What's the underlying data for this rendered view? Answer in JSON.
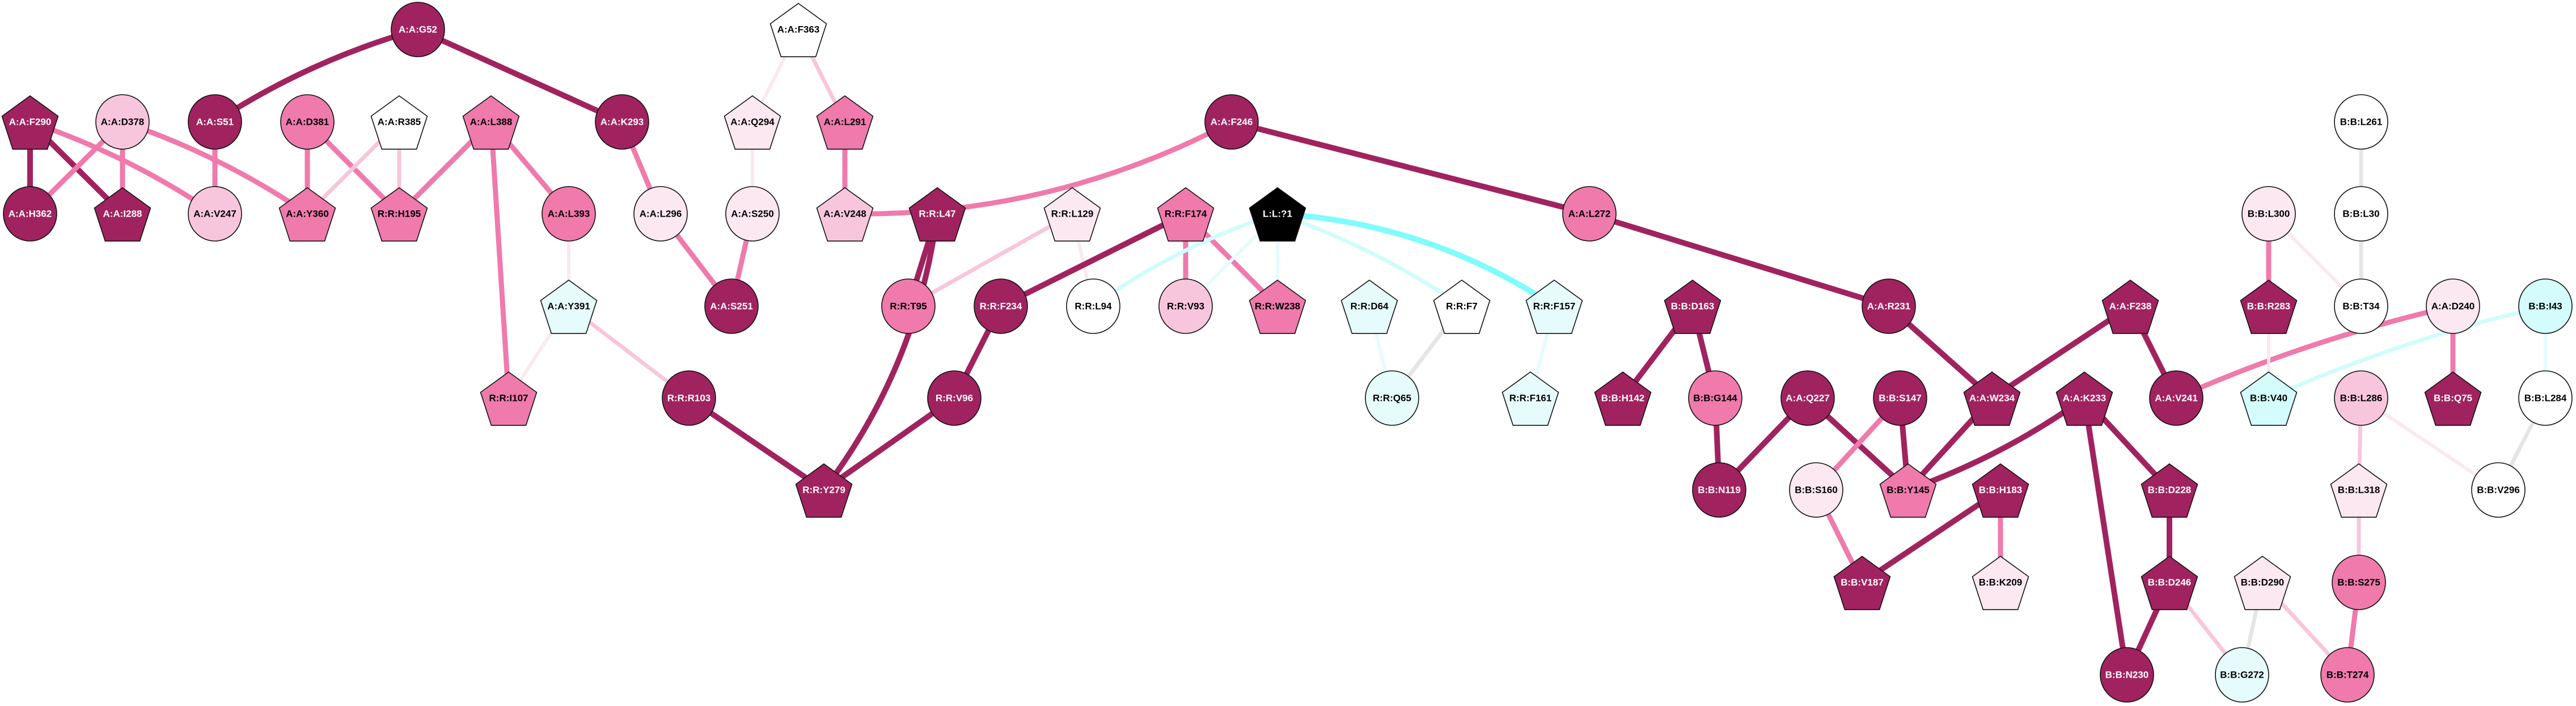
{
  "palette": {
    "dark": "#a0235f",
    "pink": "#ef7aab",
    "lightpink": "#f8c6dc",
    "verylight": "#fbe8f1",
    "white": "#ffffff",
    "cyanlight": "#e6fcfc",
    "cyan": "#d4fcfc",
    "black": "#000000"
  },
  "edge_palette": {
    "dark": "#a0235f",
    "pink": "#ef7aab",
    "lightpink": "#f8c6dc",
    "verylight": "#fbe8f1",
    "grey": "#e5e5e5",
    "cyan": "#80fcfc",
    "cyanlight": "#d0fcfc",
    "cyanvlight": "#e6fcfc"
  },
  "nodes": [
    {
      "id": "A:A:G52",
      "shape": "circle",
      "fill": "dark"
    },
    {
      "id": "A:A:F363",
      "shape": "pentagon",
      "fill": "white"
    },
    {
      "id": "A:A:F290",
      "shape": "pentagon",
      "fill": "dark"
    },
    {
      "id": "A:A:D378",
      "shape": "circle",
      "fill": "lightpink"
    },
    {
      "id": "A:A:S51",
      "shape": "circle",
      "fill": "dark"
    },
    {
      "id": "A:A:D381",
      "shape": "circle",
      "fill": "pink"
    },
    {
      "id": "A:A:R385",
      "shape": "pentagon",
      "fill": "white"
    },
    {
      "id": "A:A:L388",
      "shape": "pentagon",
      "fill": "pink"
    },
    {
      "id": "A:A:K293",
      "shape": "circle",
      "fill": "dark"
    },
    {
      "id": "A:A:Q294",
      "shape": "pentagon",
      "fill": "verylight"
    },
    {
      "id": "A:A:L291",
      "shape": "pentagon",
      "fill": "pink"
    },
    {
      "id": "A:A:F246",
      "shape": "circle",
      "fill": "dark"
    },
    {
      "id": "A:A:H362",
      "shape": "circle",
      "fill": "dark"
    },
    {
      "id": "A:A:I288",
      "shape": "pentagon",
      "fill": "dark"
    },
    {
      "id": "A:A:V247",
      "shape": "circle",
      "fill": "lightpink"
    },
    {
      "id": "A:A:Y360",
      "shape": "pentagon",
      "fill": "pink"
    },
    {
      "id": "R:R:H195",
      "shape": "pentagon",
      "fill": "pink"
    },
    {
      "id": "A:A:L393",
      "shape": "circle",
      "fill": "pink"
    },
    {
      "id": "A:A:L296",
      "shape": "circle",
      "fill": "verylight"
    },
    {
      "id": "A:A:S250",
      "shape": "circle",
      "fill": "verylight"
    },
    {
      "id": "A:A:V248",
      "shape": "pentagon",
      "fill": "lightpink"
    },
    {
      "id": "R:R:L47",
      "shape": "pentagon",
      "fill": "dark"
    },
    {
      "id": "R:R:L129",
      "shape": "pentagon",
      "fill": "verylight"
    },
    {
      "id": "R:R:F174",
      "shape": "pentagon",
      "fill": "pink"
    },
    {
      "id": "L:L:?1",
      "shape": "pentagon",
      "fill": "black"
    },
    {
      "id": "A:A:L272",
      "shape": "circle",
      "fill": "pink"
    },
    {
      "id": "A:A:Y391",
      "shape": "pentagon",
      "fill": "cyanlight"
    },
    {
      "id": "A:A:S251",
      "shape": "circle",
      "fill": "dark"
    },
    {
      "id": "R:R:T95",
      "shape": "circle",
      "fill": "pink"
    },
    {
      "id": "R:R:F234",
      "shape": "circle",
      "fill": "dark"
    },
    {
      "id": "R:R:L94",
      "shape": "circle",
      "fill": "white"
    },
    {
      "id": "R:R:V93",
      "shape": "circle",
      "fill": "lightpink"
    },
    {
      "id": "R:R:W238",
      "shape": "pentagon",
      "fill": "pink"
    },
    {
      "id": "R:R:D64",
      "shape": "pentagon",
      "fill": "cyanlight"
    },
    {
      "id": "R:R:F7",
      "shape": "pentagon",
      "fill": "white"
    },
    {
      "id": "R:R:F157",
      "shape": "pentagon",
      "fill": "cyanlight"
    },
    {
      "id": "B:B:D163",
      "shape": "pentagon",
      "fill": "dark"
    },
    {
      "id": "A:A:R231",
      "shape": "circle",
      "fill": "dark"
    },
    {
      "id": "A:A:F238",
      "shape": "pentagon",
      "fill": "dark"
    },
    {
      "id": "B:B:L261",
      "shape": "circle",
      "fill": "white"
    },
    {
      "id": "B:B:L300",
      "shape": "circle",
      "fill": "verylight"
    },
    {
      "id": "B:B:L30",
      "shape": "circle",
      "fill": "white"
    },
    {
      "id": "B:B:R283",
      "shape": "pentagon",
      "fill": "dark"
    },
    {
      "id": "B:B:T34",
      "shape": "circle",
      "fill": "white"
    },
    {
      "id": "A:A:D240",
      "shape": "circle",
      "fill": "verylight"
    },
    {
      "id": "B:B:I43",
      "shape": "circle",
      "fill": "cyan"
    },
    {
      "id": "R:R:I107",
      "shape": "pentagon",
      "fill": "pink"
    },
    {
      "id": "R:R:R103",
      "shape": "circle",
      "fill": "dark"
    },
    {
      "id": "R:R:V96",
      "shape": "circle",
      "fill": "dark"
    },
    {
      "id": "R:R:Q65",
      "shape": "circle",
      "fill": "cyanlight"
    },
    {
      "id": "R:R:F161",
      "shape": "pentagon",
      "fill": "cyanlight"
    },
    {
      "id": "B:B:H142",
      "shape": "pentagon",
      "fill": "dark"
    },
    {
      "id": "B:B:G144",
      "shape": "circle",
      "fill": "pink"
    },
    {
      "id": "A:A:Q227",
      "shape": "circle",
      "fill": "dark"
    },
    {
      "id": "B:B:S147",
      "shape": "circle",
      "fill": "dark"
    },
    {
      "id": "A:A:W234",
      "shape": "pentagon",
      "fill": "dark"
    },
    {
      "id": "A:A:K233",
      "shape": "pentagon",
      "fill": "dark"
    },
    {
      "id": "A:A:V241",
      "shape": "circle",
      "fill": "dark"
    },
    {
      "id": "B:B:V40",
      "shape": "pentagon",
      "fill": "cyan"
    },
    {
      "id": "B:B:L286",
      "shape": "circle",
      "fill": "lightpink"
    },
    {
      "id": "B:B:Q75",
      "shape": "pentagon",
      "fill": "dark"
    },
    {
      "id": "B:B:L284",
      "shape": "circle",
      "fill": "white"
    },
    {
      "id": "R:R:Y279",
      "shape": "pentagon",
      "fill": "dark"
    },
    {
      "id": "B:B:N119",
      "shape": "circle",
      "fill": "dark"
    },
    {
      "id": "B:B:S160",
      "shape": "circle",
      "fill": "verylight"
    },
    {
      "id": "B:B:Y145",
      "shape": "pentagon",
      "fill": "pink"
    },
    {
      "id": "B:B:H183",
      "shape": "pentagon",
      "fill": "dark"
    },
    {
      "id": "B:B:D228",
      "shape": "pentagon",
      "fill": "dark"
    },
    {
      "id": "B:B:L318",
      "shape": "pentagon",
      "fill": "verylight"
    },
    {
      "id": "B:B:V296",
      "shape": "circle",
      "fill": "white"
    },
    {
      "id": "B:B:V187",
      "shape": "pentagon",
      "fill": "dark"
    },
    {
      "id": "B:B:K209",
      "shape": "pentagon",
      "fill": "verylight"
    },
    {
      "id": "B:B:D246",
      "shape": "pentagon",
      "fill": "dark"
    },
    {
      "id": "B:B:D290",
      "shape": "pentagon",
      "fill": "verylight"
    },
    {
      "id": "B:B:S275",
      "shape": "circle",
      "fill": "pink"
    },
    {
      "id": "B:B:N230",
      "shape": "circle",
      "fill": "dark"
    },
    {
      "id": "B:B:G272",
      "shape": "circle",
      "fill": "cyanlight"
    },
    {
      "id": "B:B:T274",
      "shape": "circle",
      "fill": "pink"
    }
  ],
  "edges": [
    {
      "s": "A:A:G52",
      "t": "A:A:S51",
      "c": "dark"
    },
    {
      "s": "A:A:G52",
      "t": "A:A:K293",
      "c": "dark"
    },
    {
      "s": "A:A:F290",
      "t": "A:A:H362",
      "c": "dark"
    },
    {
      "s": "A:A:F290",
      "t": "A:A:I288",
      "c": "dark"
    },
    {
      "s": "A:A:F290",
      "t": "A:A:V247",
      "c": "pink"
    },
    {
      "s": "A:A:D378",
      "t": "A:A:H362",
      "c": "pink"
    },
    {
      "s": "A:A:D378",
      "t": "A:A:I288",
      "c": "pink"
    },
    {
      "s": "A:A:D378",
      "t": "A:A:Y360",
      "c": "pink"
    },
    {
      "s": "A:A:S51",
      "t": "A:A:V247",
      "c": "pink"
    },
    {
      "s": "A:A:D381",
      "t": "A:A:Y360",
      "c": "pink"
    },
    {
      "s": "A:A:D381",
      "t": "R:R:H195",
      "c": "pink"
    },
    {
      "s": "A:A:R385",
      "t": "A:A:Y360",
      "c": "lightpink"
    },
    {
      "s": "A:A:R385",
      "t": "R:R:H195",
      "c": "lightpink"
    },
    {
      "s": "A:A:L388",
      "t": "R:R:H195",
      "c": "pink"
    },
    {
      "s": "A:A:L388",
      "t": "A:A:L393",
      "c": "pink"
    },
    {
      "s": "A:A:L388",
      "t": "R:R:I107",
      "c": "pink"
    },
    {
      "s": "A:A:K293",
      "t": "A:A:L296",
      "c": "pink"
    },
    {
      "s": "A:A:L393",
      "t": "A:A:Y391",
      "c": "verylight"
    },
    {
      "s": "A:A:Y391",
      "t": "R:R:I107",
      "c": "verylight"
    },
    {
      "s": "A:A:Y391",
      "t": "R:R:R103",
      "c": "lightpink"
    },
    {
      "s": "A:A:L296",
      "t": "A:A:S251",
      "c": "pink"
    },
    {
      "s": "A:A:S250",
      "t": "A:A:S251",
      "c": "pink"
    },
    {
      "s": "A:A:Q294",
      "t": "A:A:S250",
      "c": "verylight"
    },
    {
      "s": "A:A:F363",
      "t": "A:A:Q294",
      "c": "verylight"
    },
    {
      "s": "A:A:F363",
      "t": "A:A:L291",
      "c": "lightpink"
    },
    {
      "s": "A:A:L291",
      "t": "A:A:V248",
      "c": "pink"
    },
    {
      "s": "A:A:F246",
      "t": "A:A:V248",
      "c": "pink"
    },
    {
      "s": "A:A:F246",
      "t": "A:A:L272",
      "c": "dark"
    },
    {
      "s": "A:A:L272",
      "t": "A:A:R231",
      "c": "dark"
    },
    {
      "s": "R:R:L47",
      "t": "R:R:T95",
      "c": "dark"
    },
    {
      "s": "R:R:L47",
      "t": "R:R:Y279",
      "c": "dark"
    },
    {
      "s": "R:R:L129",
      "t": "R:R:T95",
      "c": "lightpink"
    },
    {
      "s": "R:R:L129",
      "t": "R:R:L94",
      "c": "verylight"
    },
    {
      "s": "R:R:F174",
      "t": "R:R:F234",
      "c": "dark"
    },
    {
      "s": "R:R:F174",
      "t": "R:R:V93",
      "c": "pink"
    },
    {
      "s": "R:R:F174",
      "t": "R:R:W238",
      "c": "pink"
    },
    {
      "s": "L:L:?1",
      "t": "R:R:L94",
      "c": "cyanlight"
    },
    {
      "s": "L:L:?1",
      "t": "R:R:V93",
      "c": "cyanvlight"
    },
    {
      "s": "L:L:?1",
      "t": "R:R:W238",
      "c": "cyanvlight"
    },
    {
      "s": "L:L:?1",
      "t": "R:R:F7",
      "c": "cyanlight"
    },
    {
      "s": "L:L:?1",
      "t": "R:R:F157",
      "c": "cyan"
    },
    {
      "s": "R:R:R103",
      "t": "R:R:Y279",
      "c": "dark"
    },
    {
      "s": "R:R:F234",
      "t": "R:R:V96",
      "c": "dark"
    },
    {
      "s": "R:R:V96",
      "t": "R:R:Y279",
      "c": "dark"
    },
    {
      "s": "R:R:D64",
      "t": "R:R:Q65",
      "c": "cyanvlight"
    },
    {
      "s": "R:R:F7",
      "t": "R:R:Q65",
      "c": "grey"
    },
    {
      "s": "R:R:F157",
      "t": "R:R:F161",
      "c": "cyanvlight"
    },
    {
      "s": "B:B:D163",
      "t": "B:B:H142",
      "c": "dark"
    },
    {
      "s": "B:B:D163",
      "t": "B:B:G144",
      "c": "dark"
    },
    {
      "s": "B:B:G144",
      "t": "B:B:N119",
      "c": "dark"
    },
    {
      "s": "A:A:Q227",
      "t": "B:B:N119",
      "c": "dark"
    },
    {
      "s": "A:A:Q227",
      "t": "B:B:Y145",
      "c": "dark"
    },
    {
      "s": "B:B:S147",
      "t": "B:B:Y145",
      "c": "dark"
    },
    {
      "s": "B:B:S147",
      "t": "B:B:S160",
      "c": "pink"
    },
    {
      "s": "B:B:S160",
      "t": "B:B:V187",
      "c": "pink"
    },
    {
      "s": "A:A:R231",
      "t": "A:A:W234",
      "c": "dark"
    },
    {
      "s": "A:A:W234",
      "t": "B:B:Y145",
      "c": "dark"
    },
    {
      "s": "A:A:K233",
      "t": "B:B:Y145",
      "c": "dark"
    },
    {
      "s": "A:A:F238",
      "t": "A:A:W234",
      "c": "dark"
    },
    {
      "s": "A:A:F238",
      "t": "A:A:V241",
      "c": "dark"
    },
    {
      "s": "A:A:K233",
      "t": "B:B:D228",
      "c": "dark"
    },
    {
      "s": "A:A:K233",
      "t": "B:B:N230",
      "c": "dark"
    },
    {
      "s": "B:B:H183",
      "t": "B:B:V187",
      "c": "dark"
    },
    {
      "s": "B:B:H183",
      "t": "B:B:K209",
      "c": "pink"
    },
    {
      "s": "B:B:D228",
      "t": "B:B:D246",
      "c": "dark"
    },
    {
      "s": "B:B:D246",
      "t": "B:B:N230",
      "c": "dark"
    },
    {
      "s": "B:B:D246",
      "t": "B:B:G272",
      "c": "lightpink"
    },
    {
      "s": "B:B:D290",
      "t": "B:B:G272",
      "c": "grey"
    },
    {
      "s": "B:B:D290",
      "t": "B:B:T274",
      "c": "lightpink"
    },
    {
      "s": "B:B:S275",
      "t": "B:B:T274",
      "c": "pink"
    },
    {
      "s": "B:B:L318",
      "t": "B:B:S275",
      "c": "lightpink"
    },
    {
      "s": "B:B:L286",
      "t": "B:B:L318",
      "c": "lightpink"
    },
    {
      "s": "B:B:L286",
      "t": "B:B:V296",
      "c": "verylight"
    },
    {
      "s": "B:B:L284",
      "t": "B:B:V296",
      "c": "grey"
    },
    {
      "s": "B:B:I43",
      "t": "B:B:L284",
      "c": "cyanvlight"
    },
    {
      "s": "B:B:I43",
      "t": "B:B:V40",
      "c": "cyanlight"
    },
    {
      "s": "A:A:D240",
      "t": "A:A:V241",
      "c": "pink"
    },
    {
      "s": "A:A:D240",
      "t": "B:B:Q75",
      "c": "pink"
    },
    {
      "s": "B:B:R283",
      "t": "B:B:V40",
      "c": "verylight"
    },
    {
      "s": "B:B:L300",
      "t": "B:B:R283",
      "c": "pink"
    },
    {
      "s": "B:B:L300",
      "t": "B:B:T34",
      "c": "verylight"
    },
    {
      "s": "B:B:L261",
      "t": "B:B:L30",
      "c": "grey"
    },
    {
      "s": "B:B:L30",
      "t": "B:B:T34",
      "c": "grey"
    }
  ]
}
